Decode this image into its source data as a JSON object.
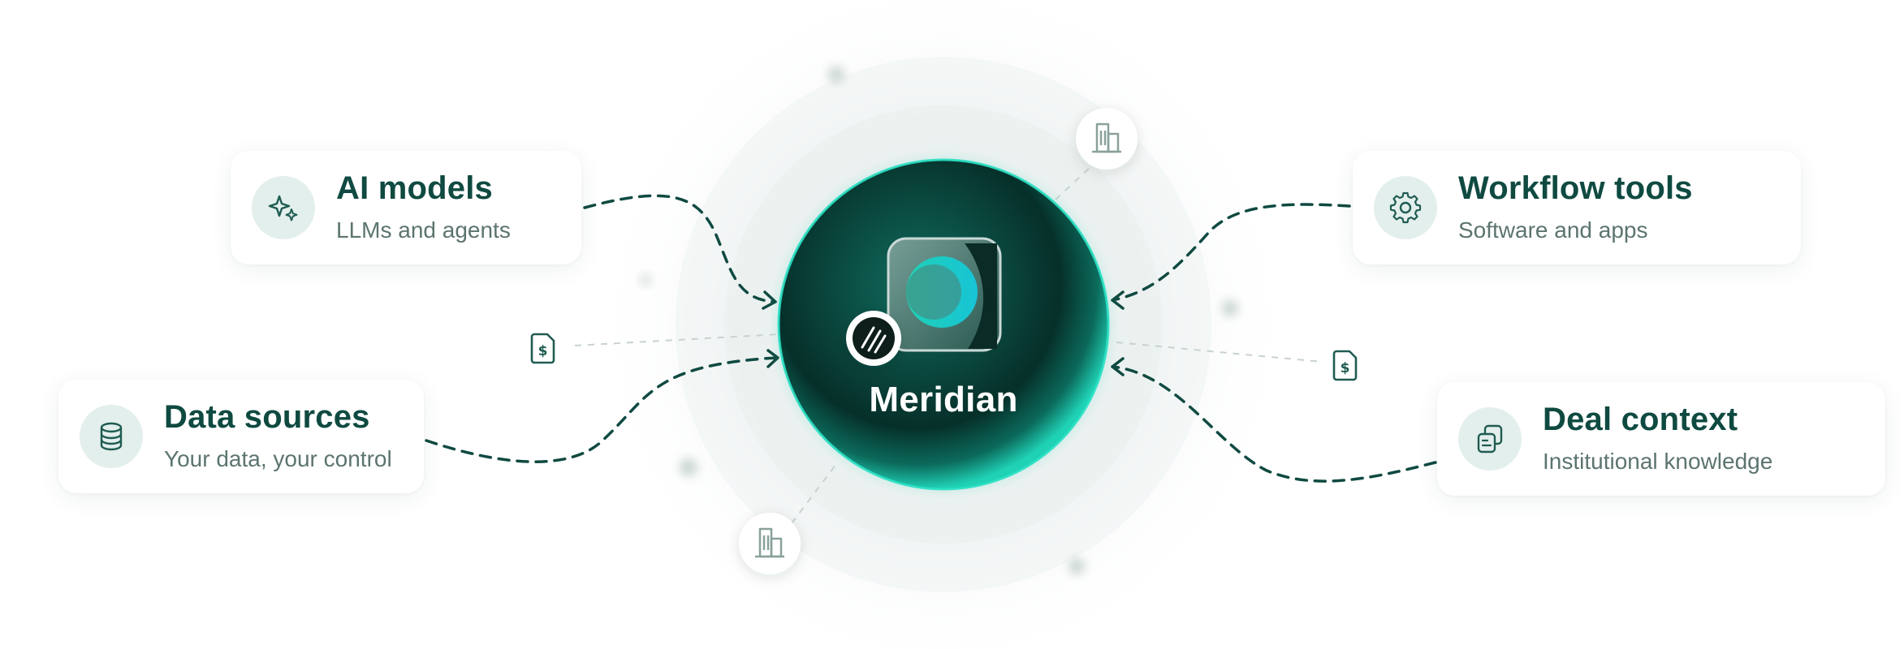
{
  "hub": {
    "name": "Meridian"
  },
  "cards": {
    "ai_models": {
      "title": "AI models",
      "subtitle": "LLMs and agents",
      "icon": "sparkles-icon"
    },
    "data_sources": {
      "title": "Data sources",
      "subtitle": "Your data, your control",
      "icon": "database-icon"
    },
    "workflow_tools": {
      "title": "Workflow tools",
      "subtitle": "Software and apps",
      "icon": "gear-icon"
    },
    "deal_context": {
      "title": "Deal context",
      "subtitle": "Institutional knowledge",
      "icon": "documents-icon"
    }
  },
  "colors": {
    "accent_teal": "#1fd1b5",
    "dark_green": "#0f4a41",
    "icon_bg": "#e3efec",
    "subtitle_gray": "#5c7470"
  }
}
